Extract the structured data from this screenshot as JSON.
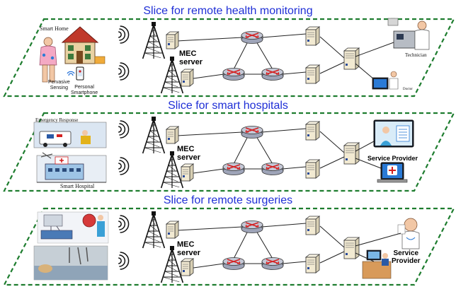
{
  "slices": [
    {
      "title": "Slice for remote health monitoring",
      "labels": {
        "smart_home": "Smart Home",
        "pervasive": "Pervasive\nSensing",
        "smartphone": "Personal\nSmartphone",
        "technician": "Technician",
        "doctor": "Doctor"
      },
      "mec": "MEC\nserver"
    },
    {
      "title": "Slice for smart hospitals",
      "labels": {
        "emergency": "Emergency Response",
        "hospital": "Smart Hospital",
        "service_provider": "Service Provider"
      },
      "mec": "MEC\nserver"
    },
    {
      "title": "Slice for remote surgeries",
      "labels": {
        "service_provider": "Service\nProvider"
      },
      "mec": "MEC\nserver"
    }
  ],
  "colors": {
    "title": "#1f2fd6",
    "slice_border": "#1e7d2f",
    "router": "#c4c8d6",
    "router_arrow": "#d42020",
    "server": "#f2ead2"
  }
}
